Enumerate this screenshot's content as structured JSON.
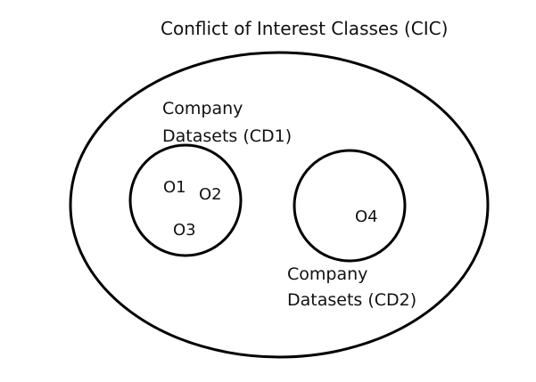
{
  "title": "Conflict of Interest Classes (CIC)",
  "cd1": {
    "label_line1": "Company",
    "label_line2": "Datasets (CD1)",
    "objects": [
      "O1",
      "O2",
      "O3"
    ]
  },
  "cd2": {
    "label_line1": "Company",
    "label_line2": "Datasets (CD2)",
    "objects": [
      "O4"
    ]
  },
  "colors": {
    "stroke": "#000000",
    "text": "#111111",
    "background": "#ffffff"
  }
}
